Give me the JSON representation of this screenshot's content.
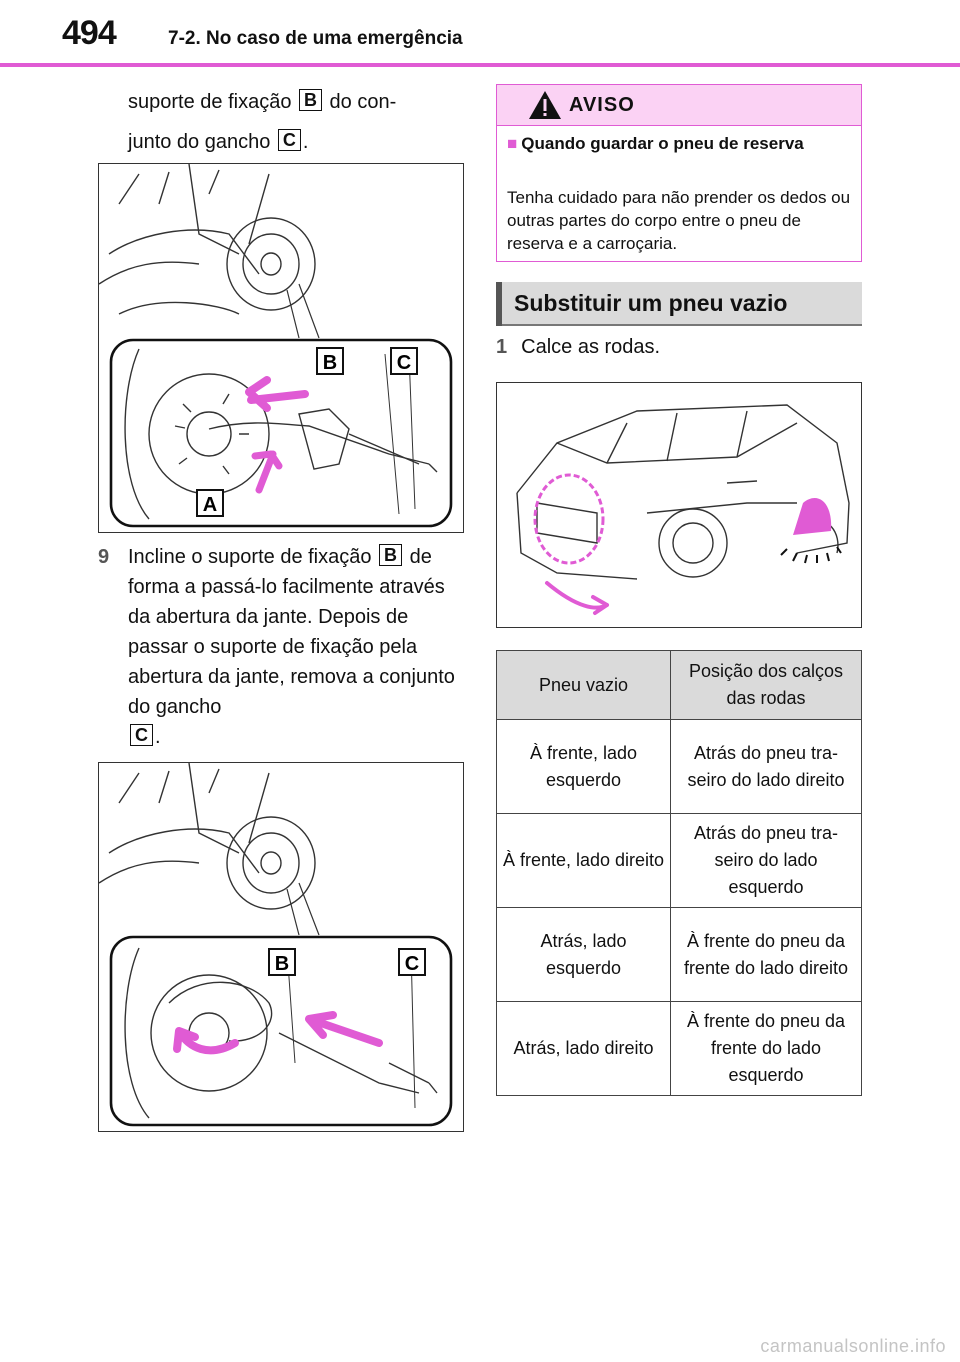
{
  "header": {
    "page_number": "494",
    "section": "7-2. No caso de uma emergência"
  },
  "intro": {
    "t1": "suporte de fixação ",
    "ltr1": "B",
    "t2": " do con-",
    "t3": "junto do gancho ",
    "ltr2": "C",
    "t4": "."
  },
  "fig1": {
    "labels": [
      "B",
      "C",
      "A"
    ]
  },
  "step9": {
    "num": "9",
    "t1": "Incline o suporte de fixação ",
    "ltr1": "B",
    "t2": "de forma a passá-lo facilmente através da abertura da jante. Depois de passar o suporte de fixação pela abertura da jante, remova a conjunto do gancho",
    "ltr2": "C",
    "t3": "."
  },
  "fig2": {
    "labels": [
      "B",
      "C"
    ]
  },
  "warning": {
    "title": "AVISO",
    "subtitle": "Quando guardar o pneu de reserva",
    "body": "Tenha cuidado para não prender os dedos ou outras partes do corpo entre o pneu de reserva e a carroçaria."
  },
  "subheading": "Substituir um pneu vazio",
  "step1": {
    "num": "1",
    "text": "Calce as rodas."
  },
  "table": {
    "headers": [
      "Pneu vazio",
      "Posição dos calços das rodas"
    ],
    "rows": [
      [
        "À frente, lado esquerdo",
        "Atrás do pneu tra-seiro do lado direito"
      ],
      [
        "À frente, lado direito",
        "Atrás do pneu tra-seiro do lado esquerdo"
      ],
      [
        "Atrás, lado esquerdo",
        "À frente do pneu da frente do lado direito"
      ],
      [
        "Atrás, lado direito",
        "À frente do pneu da frente do lado esquerdo"
      ]
    ]
  },
  "footer": "carmanualsonline.info"
}
